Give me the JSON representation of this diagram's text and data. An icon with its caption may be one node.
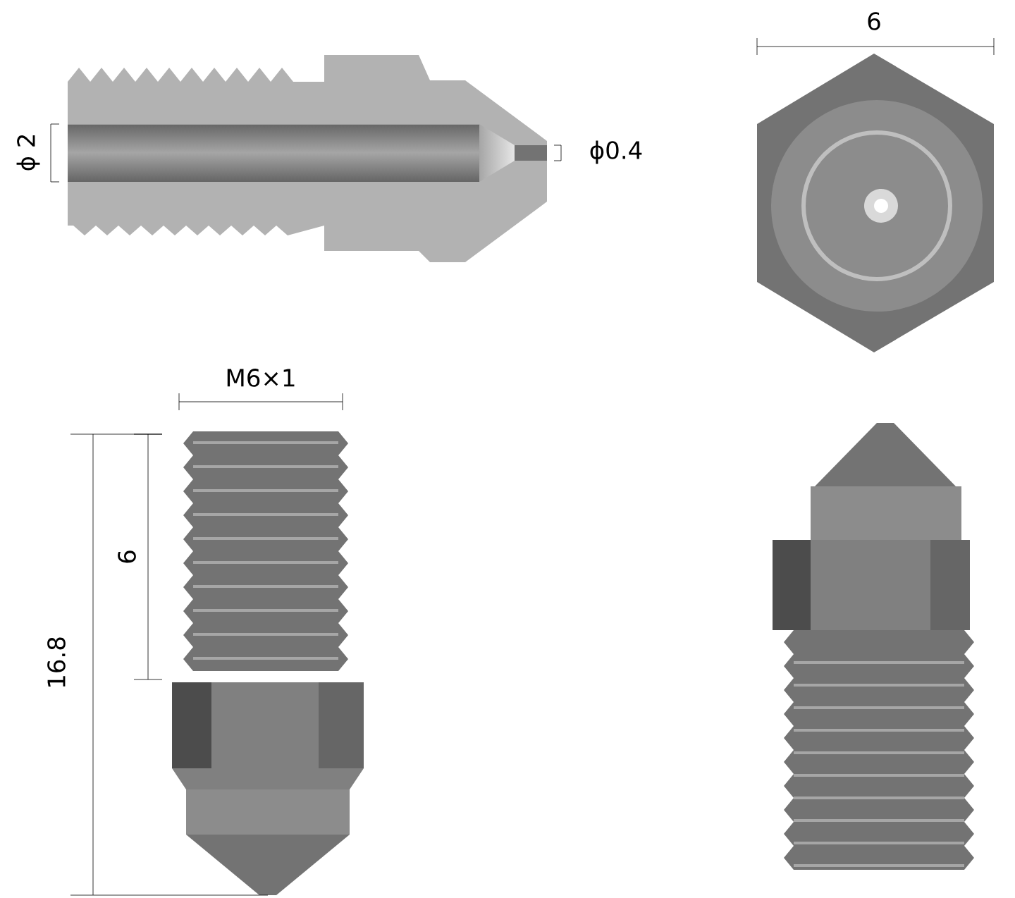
{
  "diagram": {
    "labels": [
      "ϕ 2",
      "ϕ0.4",
      "6",
      "M6×1",
      "9",
      "16.8"
    ]
  }
}
